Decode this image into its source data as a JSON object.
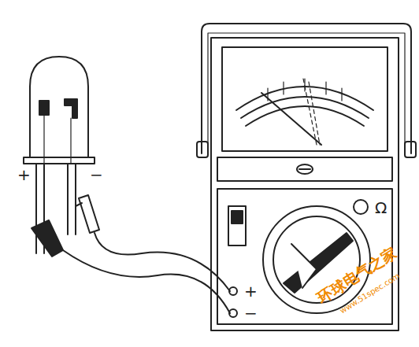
{
  "diagram": {
    "labels": [
      "+",
      "−",
      "+",
      "−",
      "Ω",
      "环球电气之家",
      "www.51spec.com"
    ]
  }
}
